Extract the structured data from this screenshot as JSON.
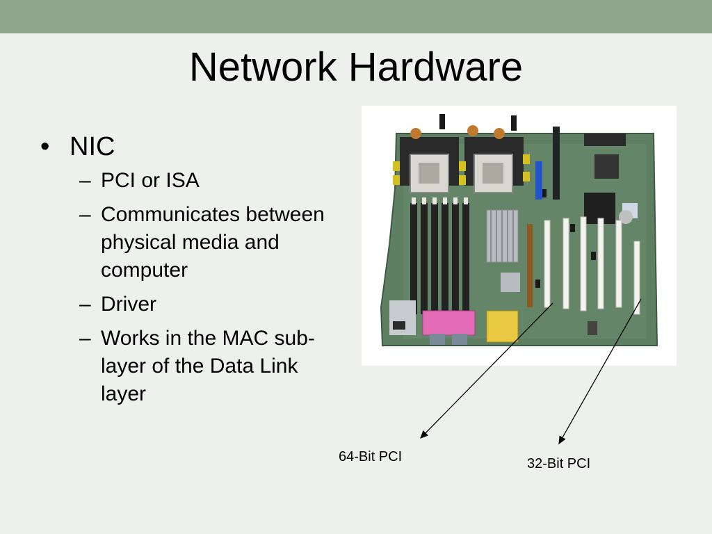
{
  "slide": {
    "title": "Network Hardware",
    "bullets": [
      {
        "text": "NIC",
        "sub": [
          "PCI or ISA",
          "Communicates between physical media and computer",
          "Driver",
          "Works in the MAC sub-layer of the Data Link layer"
        ]
      }
    ],
    "labels": {
      "pci64": "64-Bit PCI",
      "pci32": "32-Bit PCI"
    },
    "colors": {
      "topbar": "#8fa68d",
      "background": "#edf0ec",
      "board": "#5f7f63"
    },
    "image": "motherboard-photo"
  }
}
